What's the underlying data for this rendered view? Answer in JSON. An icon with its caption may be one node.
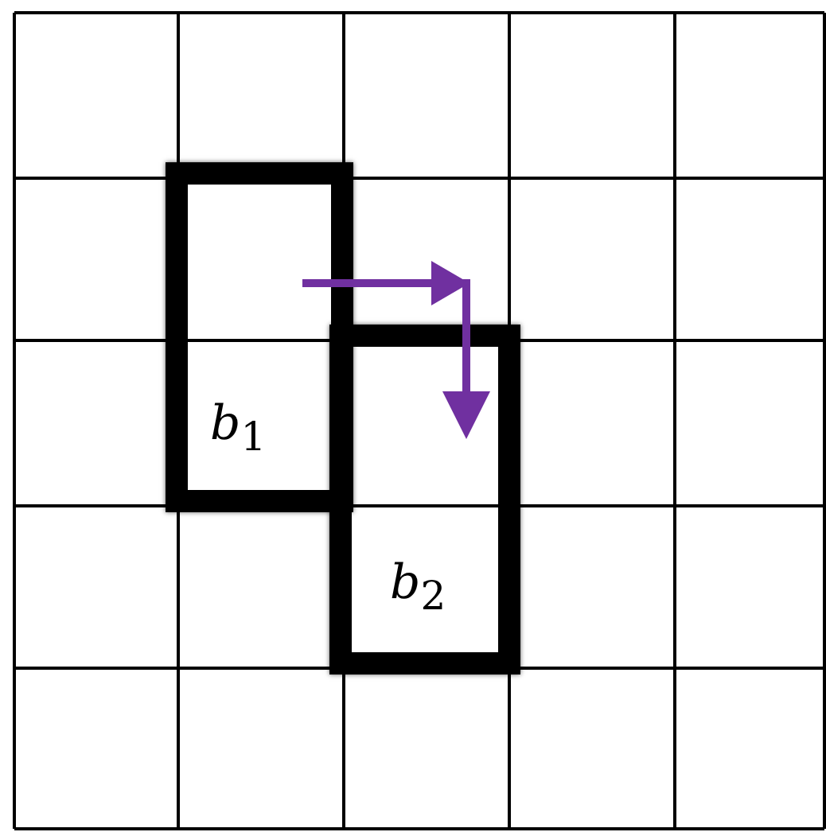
{
  "diagram": {
    "nodes": [
      {
        "text": [
          "*b*$_{1}$"
        ]
      },
      {
        "text": [
          "*b*$_{2}$"
        ]
      }
    ],
    "edges": [
      {
        "from": 0,
        "to": 1,
        "arrow": "to",
        "color": "#7030a0"
      }
    ]
  }
}
